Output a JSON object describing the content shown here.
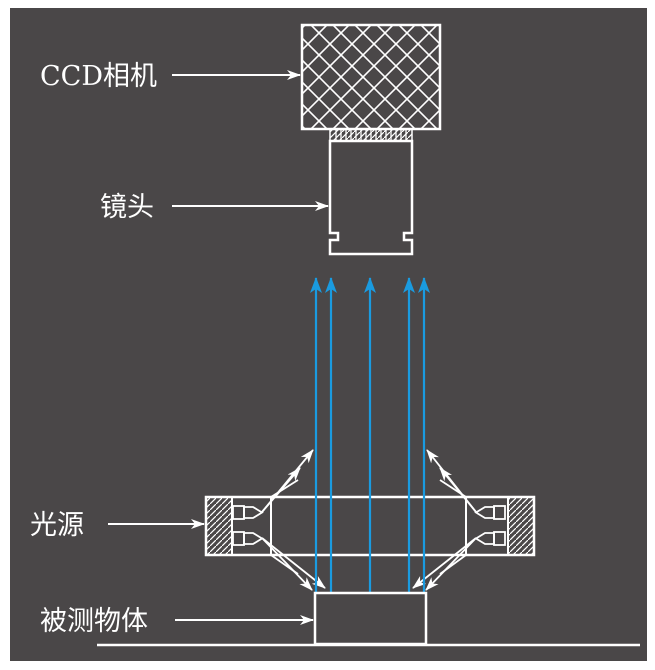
{
  "labels": {
    "camera": "CCD相机",
    "lens": "镜头",
    "light_source": "光源",
    "object": "被测物体"
  },
  "colors": {
    "background": "#4a4748",
    "frame": "#ffffff",
    "stroke": "#ffffff",
    "light_ray": "#1a9be0"
  }
}
